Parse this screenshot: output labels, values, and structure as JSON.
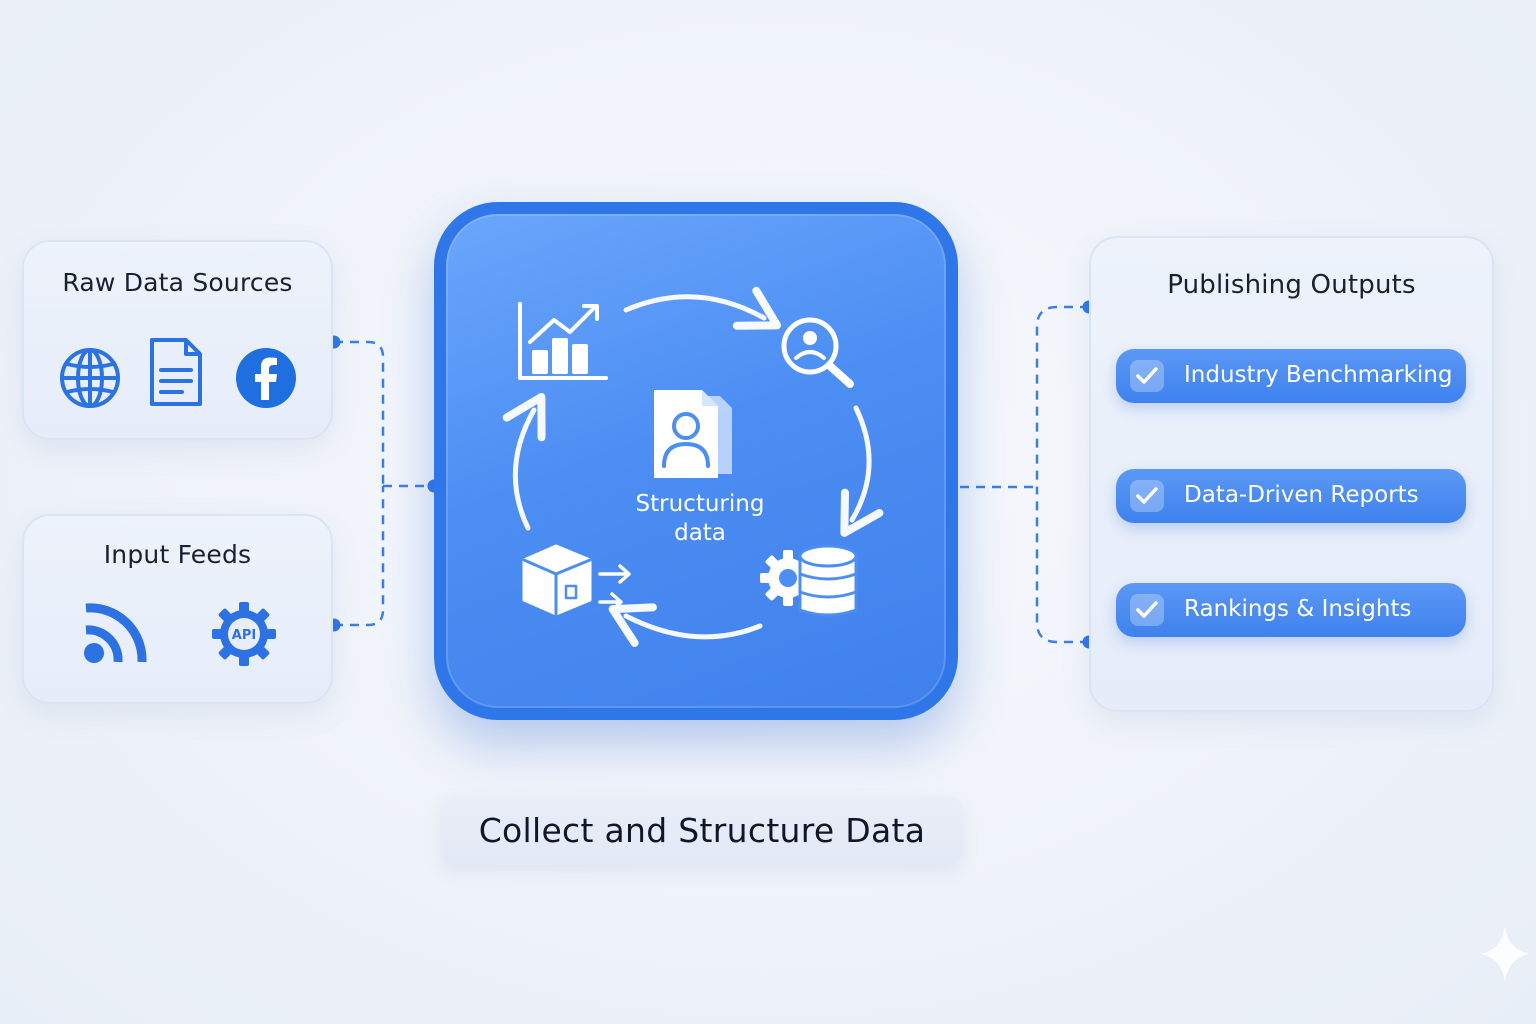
{
  "diagram": {
    "caption": "Collect and Structure Data",
    "hub": {
      "label_line1": "Structuring",
      "label_line2": "data",
      "cycle_icons": [
        "bar-chart-icon",
        "user-search-icon",
        "gear-database-icon",
        "package-export-icon",
        "user-document-icon"
      ]
    },
    "sources": {
      "title": "Raw Data Sources",
      "icons": [
        "globe-icon",
        "document-icon",
        "facebook-icon"
      ]
    },
    "feeds": {
      "title": "Input Feeds",
      "icons": [
        "rss-feed-icon",
        "api-gear-icon"
      ],
      "api_text": "API"
    },
    "outputs": {
      "title": "Publishing Outputs",
      "items": [
        {
          "label": "Industry Benchmarking"
        },
        {
          "label": "Data-Driven Reports"
        },
        {
          "label": "Rankings & Insights"
        }
      ]
    },
    "colors": {
      "primary": "#3f82ee",
      "hub_border": "#2f77e8",
      "card_bg": "#e8eef9",
      "icon_blue": "#2c72e3",
      "text_dark": "#101828"
    }
  }
}
